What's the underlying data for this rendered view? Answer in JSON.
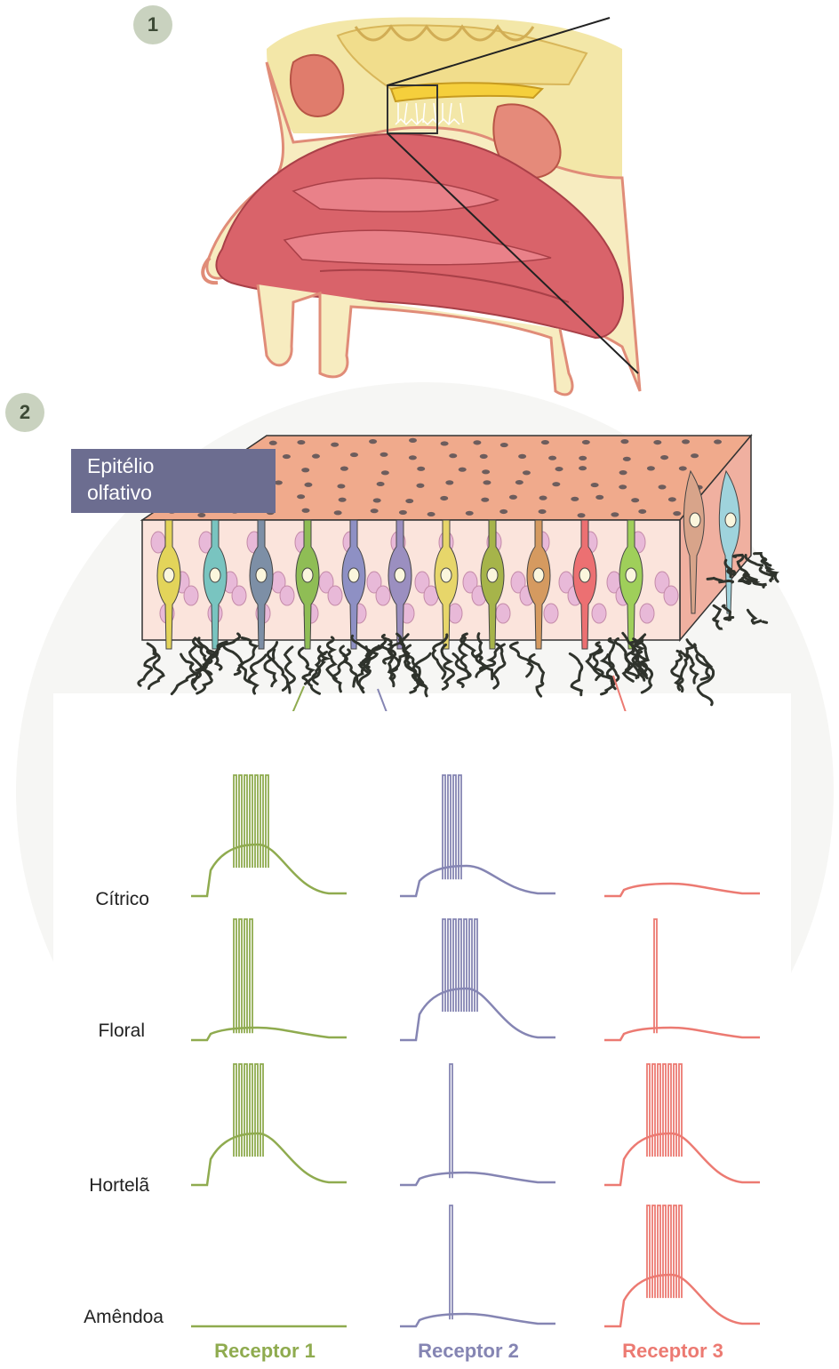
{
  "badges": {
    "first": "1",
    "second": "2"
  },
  "epithelium_label": {
    "line1": "Epitélio",
    "line2": "olfativo"
  },
  "odors": [
    "Cítrico",
    "Floral",
    "Hortelã",
    "Amêndoa"
  ],
  "receptors": [
    {
      "label": "Receptor 1",
      "color": "#8fab4f"
    },
    {
      "label": "Receptor 2",
      "color": "#8585b3"
    },
    {
      "label": "Receptor 3",
      "color": "#ec7a72"
    }
  ],
  "responses": [
    {
      "odor": "Cítrico",
      "spikes": [
        7,
        4,
        0
      ],
      "hump": [
        "large",
        "medium",
        "small"
      ]
    },
    {
      "odor": "Floral",
      "spikes": [
        4,
        7,
        1
      ],
      "hump": [
        "small",
        "large",
        "small"
      ]
    },
    {
      "odor": "Hortelã",
      "spikes": [
        6,
        1,
        7
      ],
      "hump": [
        "large",
        "small",
        "large"
      ]
    },
    {
      "odor": "Amêndoa",
      "spikes": [
        0,
        1,
        7
      ],
      "hump": [
        "none",
        "small",
        "large"
      ]
    }
  ]
}
